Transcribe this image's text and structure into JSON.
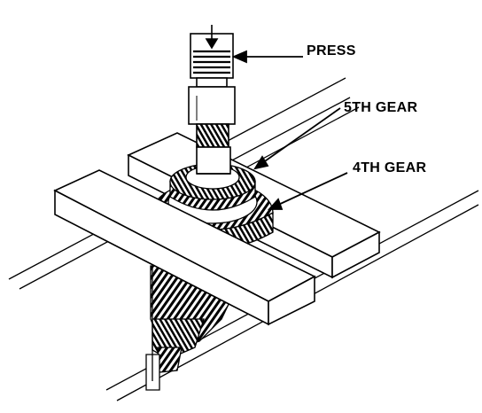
{
  "figure": {
    "callouts": {
      "press": "PRESS",
      "fifth_gear": "5TH GEAR",
      "fourth_gear": "4TH GEAR"
    },
    "ink_color": "#000000",
    "paper_color": "#ffffff",
    "components": [
      "press-ram-icon",
      "fifth-gear-icon",
      "fourth-gear-icon",
      "support-bar-icon",
      "mainshaft-gear-cluster-icon",
      "rail-icon"
    ]
  }
}
